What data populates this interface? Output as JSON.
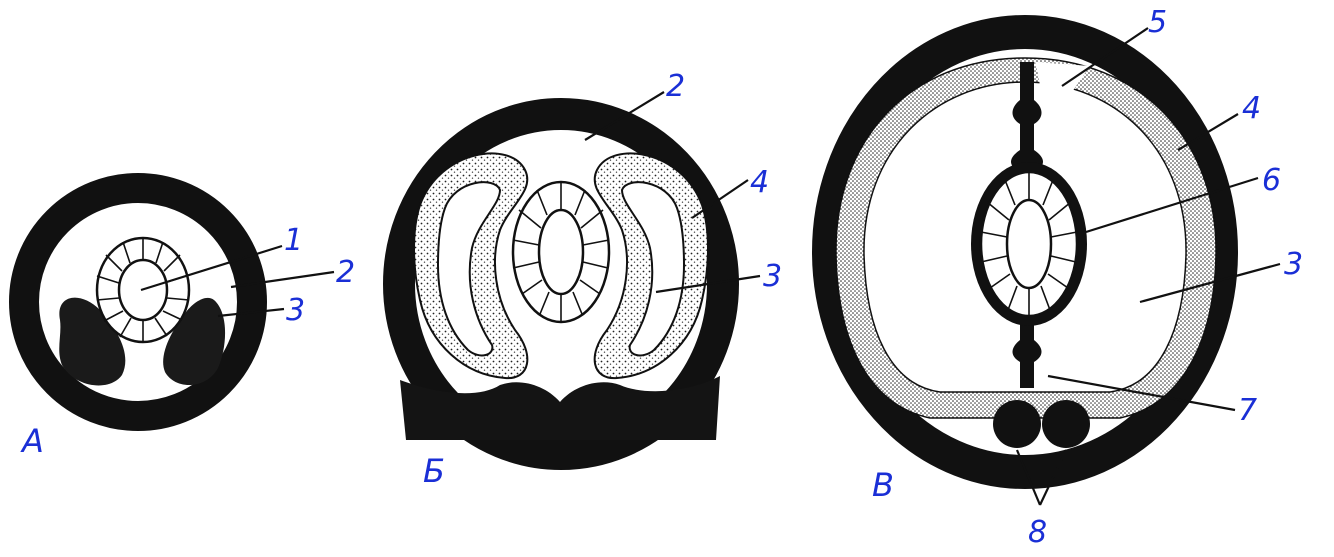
{
  "figure": {
    "panels": [
      {
        "id": "A",
        "label": "A",
        "callouts": [
          "1",
          "2",
          "3"
        ]
      },
      {
        "id": "B",
        "label": "Б",
        "callouts": [
          "2",
          "4",
          "3"
        ]
      },
      {
        "id": "C",
        "label": "В",
        "callouts": [
          "5",
          "4",
          "6",
          "3",
          "7",
          "8"
        ]
      }
    ],
    "colors": {
      "ink": "#111111",
      "label": "#1a2fd6",
      "paper": "#ffffff"
    }
  }
}
